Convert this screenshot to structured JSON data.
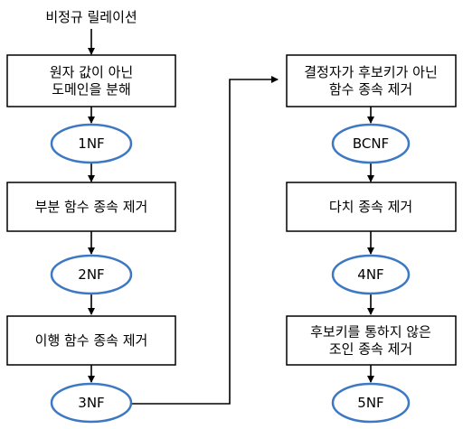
{
  "start_label": "비정규 릴레이션",
  "left_column": [
    {
      "kind": "box",
      "lines": [
        "원자 값이 아닌",
        "도메인을 분해"
      ]
    },
    {
      "kind": "ellipse",
      "lines": [
        "1NF"
      ]
    },
    {
      "kind": "box",
      "lines": [
        "부분 함수 종속 제거"
      ]
    },
    {
      "kind": "ellipse",
      "lines": [
        "2NF"
      ]
    },
    {
      "kind": "box",
      "lines": [
        "이행 함수 종속 제거"
      ]
    },
    {
      "kind": "ellipse",
      "lines": [
        "3NF"
      ]
    }
  ],
  "right_column": [
    {
      "kind": "box",
      "lines": [
        "결정자가 후보키가 아닌",
        "함수 종속 제거"
      ]
    },
    {
      "kind": "ellipse",
      "lines": [
        "BCNF"
      ]
    },
    {
      "kind": "box",
      "lines": [
        "다치 종속 제거"
      ]
    },
    {
      "kind": "ellipse",
      "lines": [
        "4NF"
      ]
    },
    {
      "kind": "box",
      "lines": [
        "후보키를 통하지 않은",
        "조인 종속 제거"
      ]
    },
    {
      "kind": "ellipse",
      "lines": [
        "5NF"
      ]
    }
  ],
  "colors": {
    "ellipse_stroke": "#3d78c4",
    "box_stroke": "#000000"
  }
}
